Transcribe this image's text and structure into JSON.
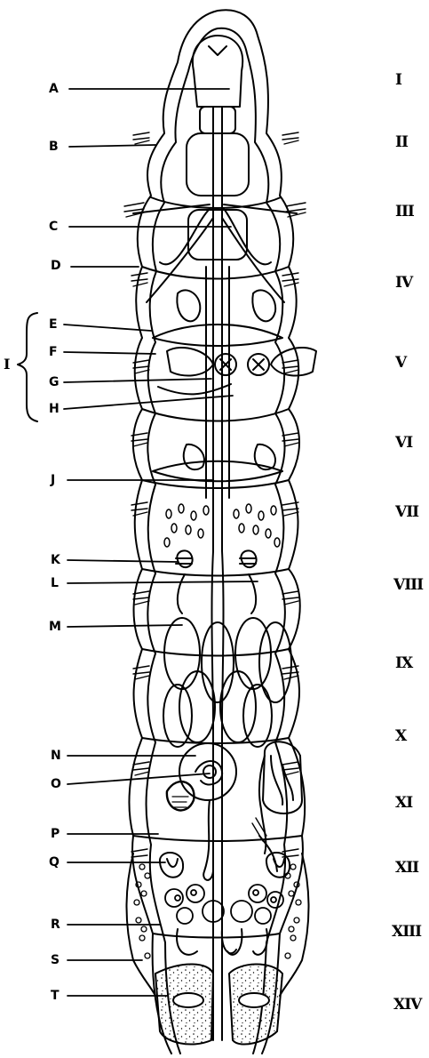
{
  "figure": {
    "labels": [
      "A",
      "B",
      "C",
      "D",
      "E",
      "F",
      "G",
      "H",
      "J",
      "K",
      "L",
      "M",
      "N",
      "O",
      "P",
      "Q",
      "R",
      "S",
      "T"
    ],
    "segments": [
      "I",
      "II",
      "III",
      "IV",
      "V",
      "VI",
      "VII",
      "VIII",
      "IX",
      "X",
      "XI",
      "XII",
      "XIII",
      "XIV"
    ],
    "group_label": "I"
  }
}
